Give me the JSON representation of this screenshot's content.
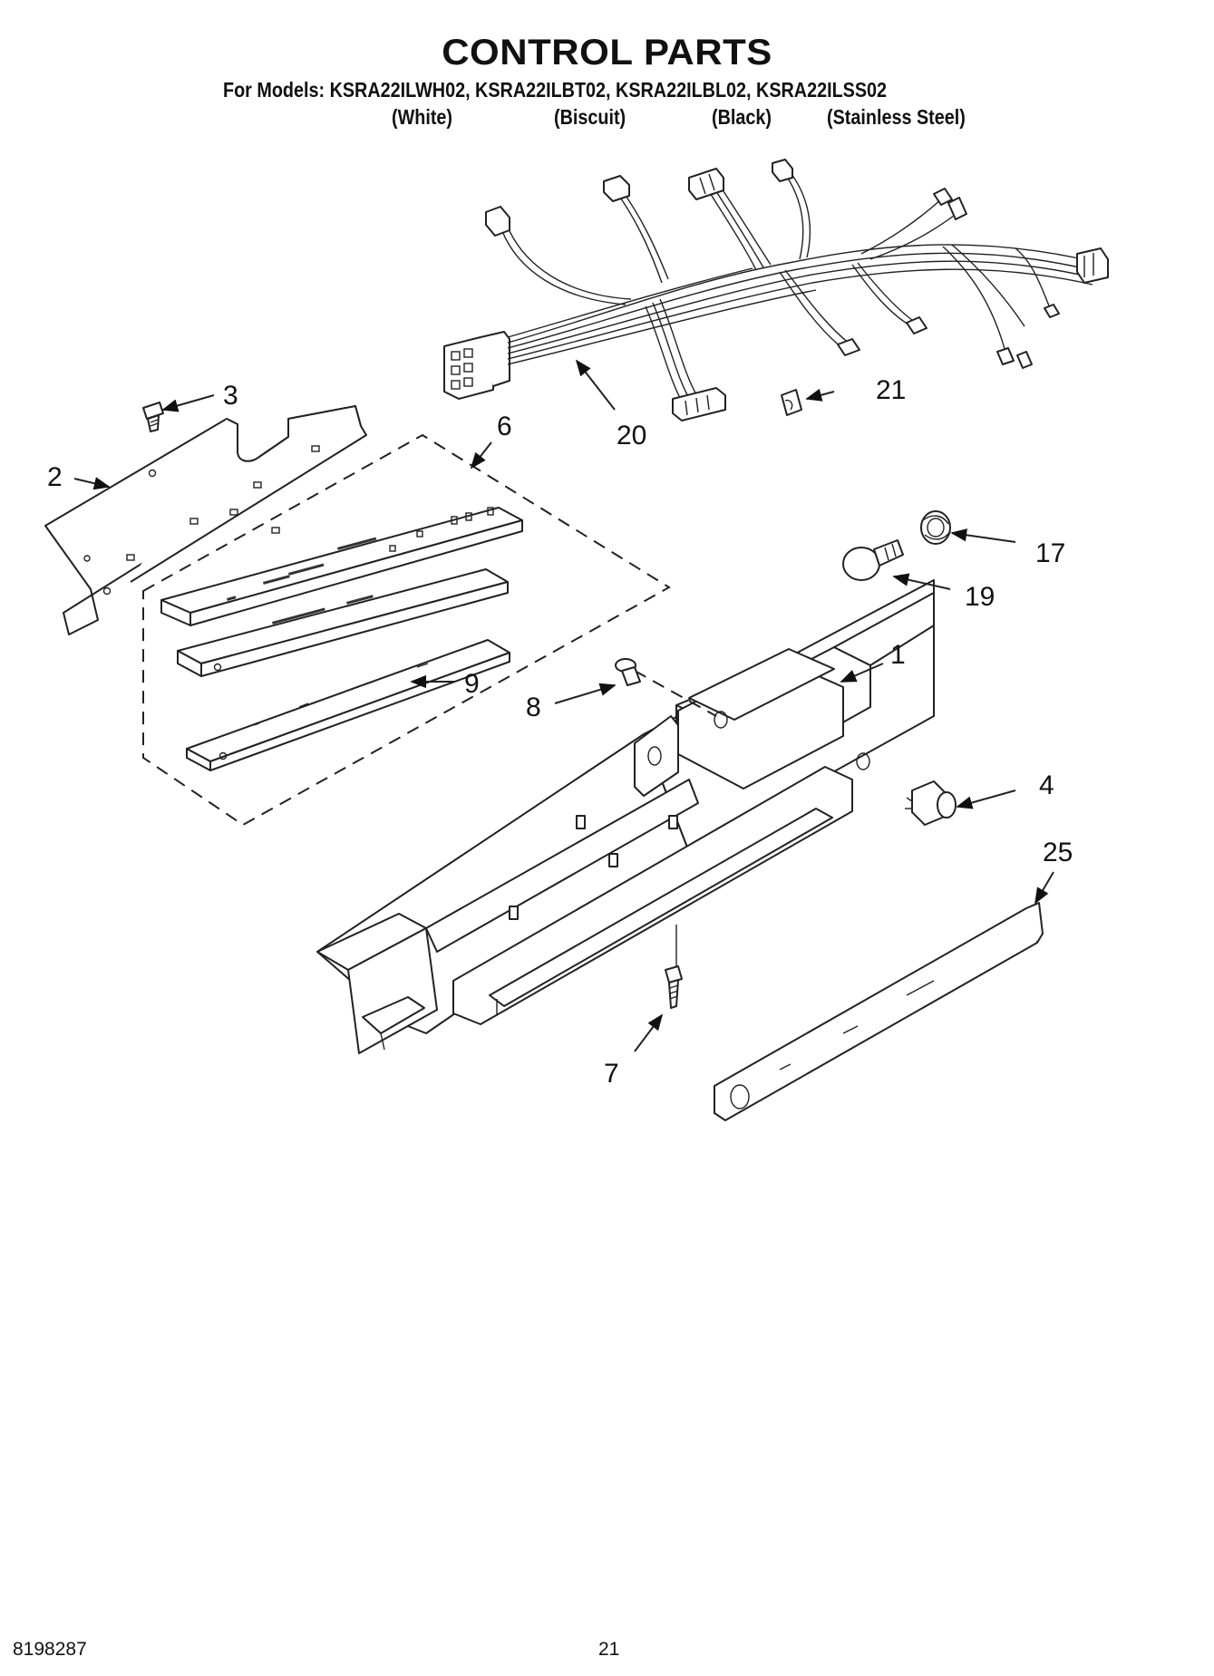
{
  "header": {
    "title": "CONTROL PARTS",
    "models_line": "For Models: KSRA22ILWH02, KSRA22ILBT02, KSRA22ILBL02, KSRA22ILSS02",
    "variants": [
      "(White)",
      "(Biscuit)",
      "(Black)",
      "(Stainless Steel)"
    ]
  },
  "callouts": {
    "p1": "1",
    "p2": "2",
    "p3": "3",
    "p4": "4",
    "p6": "6",
    "p7": "7",
    "p8": "8",
    "p9": "9",
    "p17": "17",
    "p19": "19",
    "p20": "20",
    "p21": "21",
    "p25": "25"
  },
  "footer": {
    "document_number": "8198287",
    "page_number": "21"
  },
  "icons": {
    "arrow": "callout-arrow-icon",
    "screw": "screw-icon",
    "bulb": "light-bulb-icon",
    "connector": "wire-connector-icon"
  }
}
